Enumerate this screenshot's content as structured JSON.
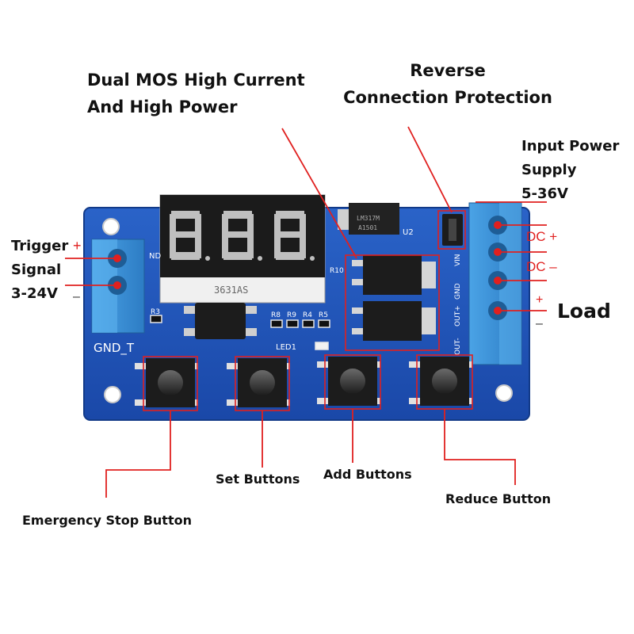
{
  "callouts": {
    "dual_mos": [
      "Dual MOS High Current",
      "And High Power"
    ],
    "reverse": [
      "Reverse",
      "Connection Protection"
    ],
    "input_power": [
      "Input Power",
      "Supply",
      "5-36V"
    ],
    "trigger": [
      "Trigger",
      "Signal",
      "3-24V"
    ],
    "load": "Load",
    "set_buttons": "Set Buttons",
    "add_buttons": "Add Buttons",
    "reduce_button": "Reduce Button",
    "emergency_stop": "Emergency Stop Button"
  },
  "polarity": {
    "dc_plus": "DC +",
    "dc_minus": "DC –",
    "trigger_plus": "+",
    "trigger_minus": "–",
    "load_plus": "+",
    "load_minus": "–"
  },
  "silkscreen": {
    "gnd_t": "GND_T",
    "u2": "U2",
    "r10": "R10",
    "r3": "R3",
    "r8": "R8",
    "r9": "R9",
    "r4": "R4",
    "r5": "R5",
    "led1": "LED1",
    "vin": "VIN",
    "gnd": "GND",
    "out_plus": "OUT+",
    "out_minus": "OUT-",
    "nd": "ND",
    "regulator_line1": "LM317M",
    "regulator_line2": "A1501",
    "display_part": "3631AS"
  },
  "colors": {
    "pcb": "#1a4fb3",
    "terminal": "#3a8fd6",
    "callout_red": "#e0201f"
  }
}
